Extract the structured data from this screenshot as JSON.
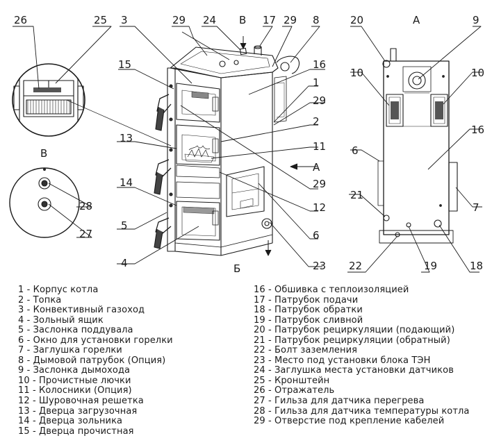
{
  "view_labels": {
    "view_b": "В",
    "view_a": "А",
    "arrow_b": "В",
    "arrow_a": "А",
    "arrow_section": "Б"
  },
  "callouts": {
    "c26": "26",
    "c25": "25",
    "c3": "3",
    "c29a": "29",
    "c24": "24",
    "c17": "17",
    "c29b": "29",
    "c8": "8",
    "c20": "20",
    "c9": "9",
    "c15": "15",
    "c16": "16",
    "c1": "1",
    "c29c": "29",
    "c2": "2",
    "c13": "13",
    "c11": "11",
    "c29d": "29",
    "c14": "14",
    "c12": "12",
    "c5": "5",
    "c6": "6",
    "c4": "4",
    "c23": "23",
    "c28": "28",
    "c27": "27",
    "c10a": "10",
    "c10b": "10",
    "c6r": "6",
    "c16r": "16",
    "c21": "21",
    "c7": "7",
    "c22": "22",
    "c19": "19",
    "c18": "18"
  },
  "legend_left": [
    "1 - Корпус котла",
    "2 - Топка",
    "3 - Конвективный газоход",
    "4 - Зольный ящик",
    "5 - Заслонка поддувала",
    "6 - Окно для установки горелки",
    "7 - Заглушка горелки",
    "8 - Дымовой патрубок (Опция)",
    "9 - Заслонка дымохода",
    "10 - Прочистные лючки",
    "11 - Колосники (Опция)",
    "12 - Шуровочная решетка",
    "13 - Дверца загрузочная",
    "14 - Дверца зольника",
    "15 - Дверца прочистная"
  ],
  "legend_right": [
    "16 - Обшивка с теплоизоляцией",
    "17 - Патрубок подачи",
    "18 - Патрубок обратки",
    "19 - Патрубок сливной",
    "20 - Патрубок рециркуляции (подающий)",
    "21 - Патрубок рециркуляции (обратный)",
    "22 - Болт заземления",
    "23 - Место под установки блока ТЭН",
    "24 - Заглушка места установки датчиков",
    "25 - Кронштейн",
    "26 - Отражатель",
    "27 - Гильза для датчика перегрева",
    "28 - Гильза для датчика температуры котла",
    "29 - Отверстие под крепление кабелей"
  ]
}
